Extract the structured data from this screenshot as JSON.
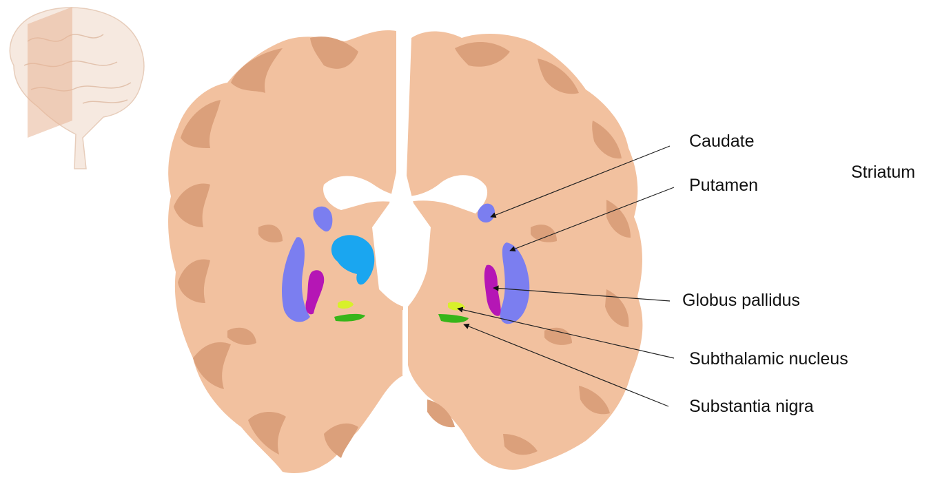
{
  "labels": {
    "caudate": "Caudate",
    "putamen": "Putamen",
    "globus_pallidus": "Globus pallidus",
    "subthalamic_nucleus": "Subthalamic nucleus",
    "substantia_nigra": "Substantia nigra",
    "striatum": "Striatum"
  },
  "colors": {
    "tissue_light": "#f2c19f",
    "tissue_dark": "#dba07b",
    "tissue_edge": "#c98a66",
    "ventricle": "#ffffff",
    "caudate_putamen": "#7b7ef0",
    "thalamus": "#1aa6f0",
    "globus_pallidus": "#b516b5",
    "subthalamic_nucleus": "#d8f02a",
    "substantia_nigra": "#37b51a",
    "leader_line": "#222222"
  },
  "icons": {
    "thumbnail": "brain-sagittal-plane-icon"
  }
}
